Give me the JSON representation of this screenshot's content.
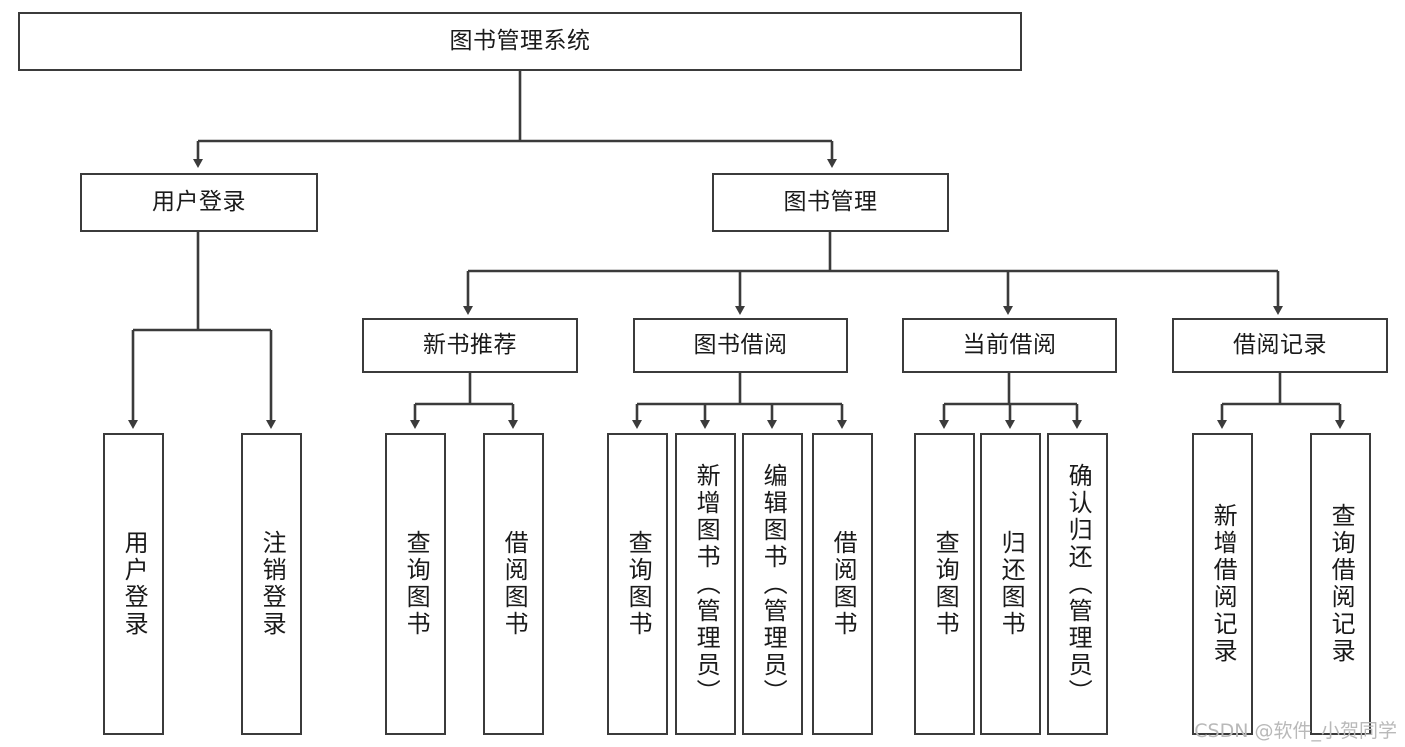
{
  "diagram": {
    "type": "tree",
    "title": "图书管理系统",
    "orientation": "top-down",
    "line_color": "#3b3b3b",
    "box_fill": "#ffffff",
    "text_color": "#1a1a1a"
  },
  "root": {
    "label": "图书管理系统"
  },
  "level2": [
    {
      "label": "用户登录"
    },
    {
      "label": "图书管理"
    }
  ],
  "level3": [
    {
      "label": "新书推荐"
    },
    {
      "label": "图书借阅"
    },
    {
      "label": "当前借阅"
    },
    {
      "label": "借阅记录"
    }
  ],
  "leaves": {
    "user_login": [
      {
        "label": "用户登录"
      },
      {
        "label": "注销登录"
      }
    ],
    "new_book": [
      {
        "label": "查询图书"
      },
      {
        "label": "借阅图书"
      }
    ],
    "book_borrow": [
      {
        "label": "查询图书"
      },
      {
        "label": "新增图书（管理员）"
      },
      {
        "label": "编辑图书（管理员）"
      },
      {
        "label": "借阅图书"
      }
    ],
    "current_borrow": [
      {
        "label": "查询图书"
      },
      {
        "label": "归还图书"
      },
      {
        "label": "确认归还（管理员）"
      }
    ],
    "borrow_record": [
      {
        "label": "新增借阅记录"
      },
      {
        "label": "查询借阅记录"
      }
    ]
  },
  "watermark": {
    "text": "CSDN @软件_小贺同学"
  }
}
